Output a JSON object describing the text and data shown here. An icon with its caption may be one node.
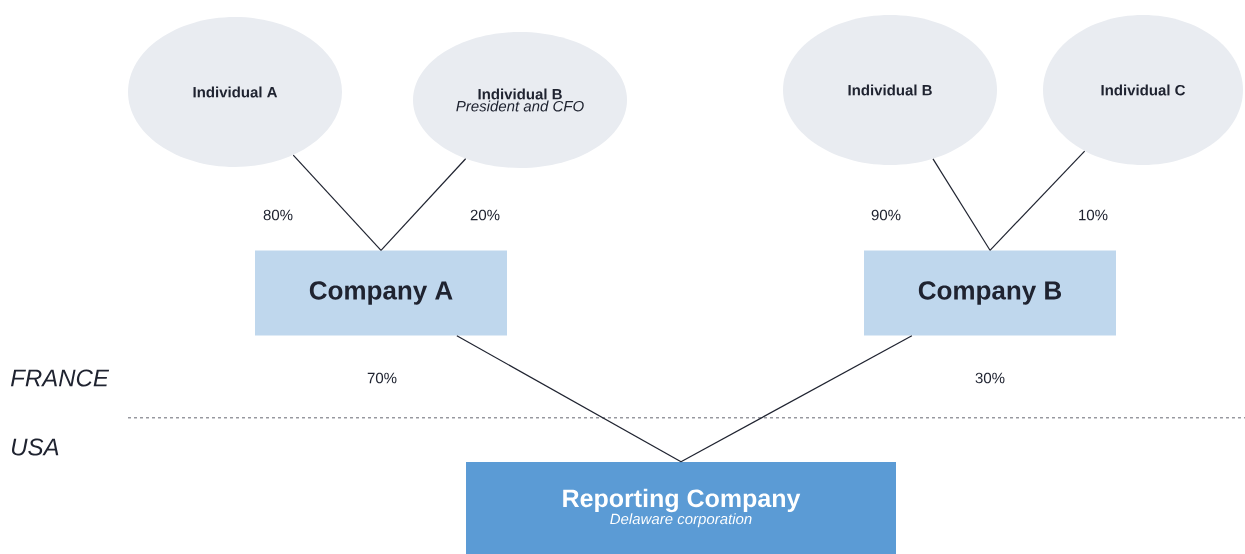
{
  "diagram": {
    "nodes": [
      {
        "text": [
          "Individual A"
        ]
      },
      {
        "text": [
          "Individual B",
          "President and CFO"
        ]
      },
      {
        "text": [
          "Individual B"
        ]
      },
      {
        "text": [
          "Individual C"
        ]
      },
      {
        "text": [
          "Company A"
        ]
      },
      {
        "text": [
          "Company B"
        ]
      },
      {
        "text": [
          "Reporting Company",
          "Delaware corporation"
        ]
      }
    ],
    "edges": [
      {
        "from": 0,
        "to": 4,
        "arrow": "none",
        "label": "80%"
      },
      {
        "from": 1,
        "to": 4,
        "arrow": "none",
        "label": "20%"
      },
      {
        "from": 2,
        "to": 5,
        "arrow": "none",
        "label": "90%"
      },
      {
        "from": 3,
        "to": 5,
        "arrow": "none",
        "label": "10%"
      },
      {
        "from": 4,
        "to": 6,
        "arrow": "none",
        "label": "70%"
      },
      {
        "from": 5,
        "to": 6,
        "arrow": "none",
        "label": "30%"
      }
    ],
    "labels": [
      "FRANCE",
      "USA"
    ]
  }
}
